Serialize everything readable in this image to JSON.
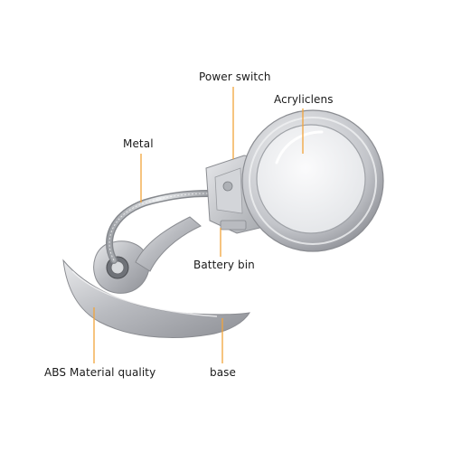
{
  "callouts": {
    "power_switch": "Power switch",
    "acrylic_lens": "Acryliclens",
    "metal": "Metal",
    "battery_bin": "Battery bin",
    "abs_material": "ABS Material quality",
    "base": "base"
  },
  "colors": {
    "leader_line": "#f2a33a",
    "body_silver": "#c9cbcf",
    "lens_tint": "#eef0f3",
    "text": "#1a1a1a"
  }
}
